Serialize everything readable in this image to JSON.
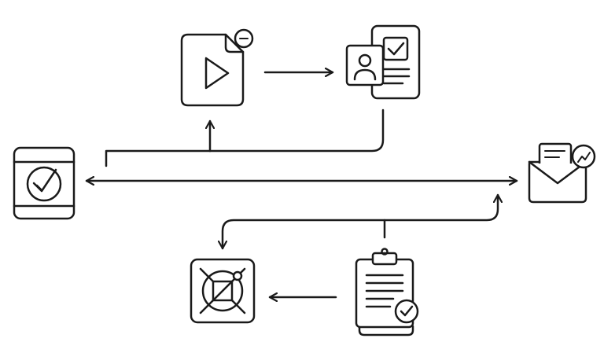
{
  "diagram": {
    "stroke_color": "#1a1a1a",
    "background_color": "#ffffff",
    "nodes": [
      {
        "id": "checkmark-tablet",
        "icon": "checkmark-badge-icon"
      },
      {
        "id": "video-file",
        "icon": "play-file-icon"
      },
      {
        "id": "profile-document",
        "icon": "user-profile-document-icon"
      },
      {
        "id": "mail-analytics",
        "icon": "envelope-chart-icon"
      },
      {
        "id": "clipboard-approved",
        "icon": "clipboard-check-icon"
      },
      {
        "id": "design-tool",
        "icon": "vector-crop-icon"
      }
    ],
    "edges": [
      {
        "from": "checkmark-tablet",
        "to": "mail-analytics",
        "style": "double-arrow"
      },
      {
        "from": "checkmark-tablet",
        "to": "video-file",
        "style": "arrow"
      },
      {
        "from": "profile-document",
        "to": "video-file",
        "style": "elbow-arrow"
      },
      {
        "from": "video-file",
        "to": "profile-document",
        "style": "arrow"
      },
      {
        "from": "clipboard-approved",
        "to": "mail-analytics",
        "style": "elbow-arrow"
      },
      {
        "from": "clipboard-approved",
        "to": "design-tool",
        "style": "elbow-arrow"
      },
      {
        "from": "clipboard-approved",
        "to": "design-tool",
        "style": "arrow"
      }
    ]
  }
}
